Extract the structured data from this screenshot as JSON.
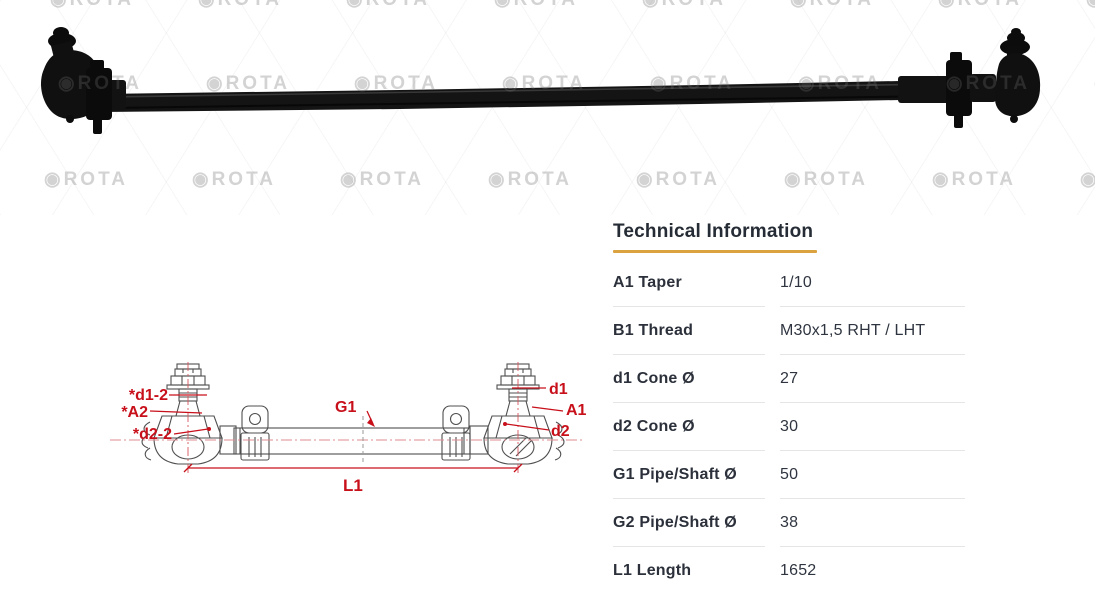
{
  "photo": {
    "watermark": "ROTA",
    "watermark_icon": "◉"
  },
  "diagram": {
    "labels": {
      "d1_2": "*d1-2",
      "A2": "*A2",
      "d2_2": "*d2-2",
      "G1": "G1",
      "L1": "L1",
      "d1": "d1",
      "A1": "A1",
      "d2": "d2"
    }
  },
  "technical_info": {
    "title": "Technical Information",
    "rows": [
      {
        "label": "A1 Taper",
        "value": "1/10"
      },
      {
        "label": "B1 Thread",
        "value": "M30x1,5 RHT / LHT"
      },
      {
        "label": "d1 Cone Ø",
        "value": "27"
      },
      {
        "label": "d2 Cone Ø",
        "value": "30"
      },
      {
        "label": "G1 Pipe/Shaft Ø",
        "value": "50"
      },
      {
        "label": "G2 Pipe/Shaft Ø",
        "value": "38"
      },
      {
        "label": "L1 Length",
        "value": "1652"
      }
    ]
  },
  "colors": {
    "accent_gold": "#DBA33F",
    "diagram_red": "#C8101B",
    "text_dark": "#2B313B"
  }
}
